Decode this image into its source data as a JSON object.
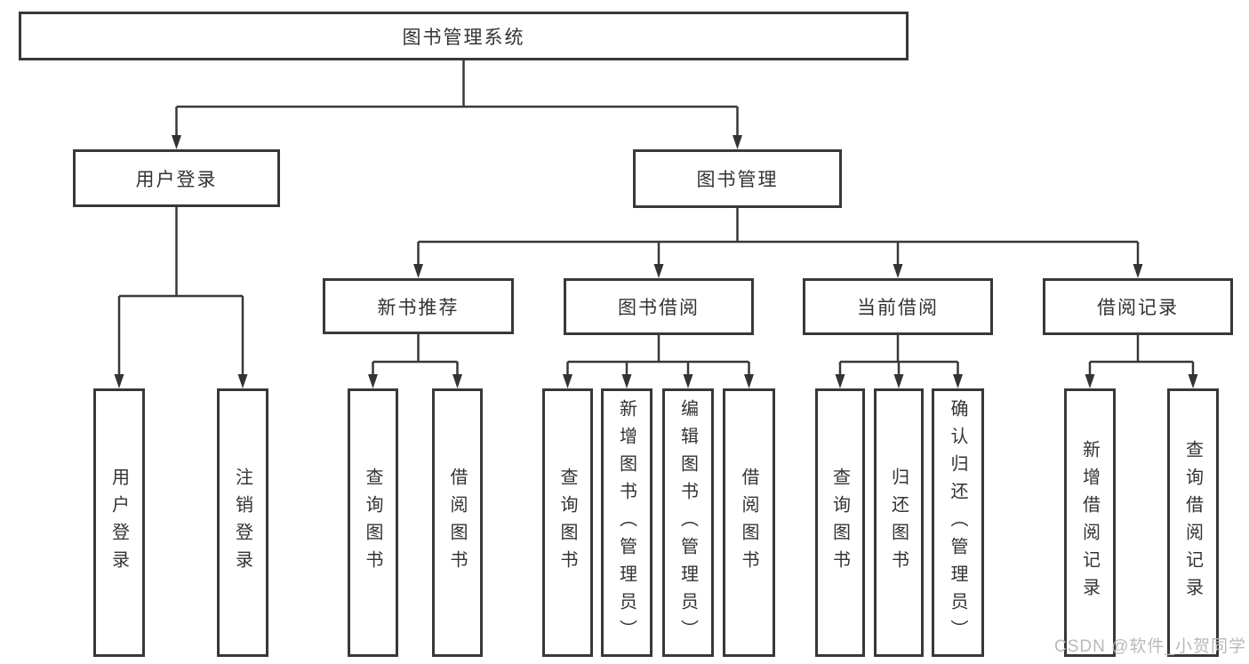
{
  "diagram": {
    "watermark": "CSDN @软件_小贺同学",
    "colors": {
      "line": "#383838",
      "text": "#333333",
      "box_background": "#ffffff",
      "watermark": "#b9b9b9"
    },
    "nodes": {
      "root": {
        "label": "图书管理系统"
      },
      "user_login": {
        "label": "用户登录"
      },
      "book_mgmt": {
        "label": "图书管理"
      },
      "new_book_rec": {
        "label": "新书推荐"
      },
      "book_borrow": {
        "label": "图书借阅"
      },
      "current_borrow": {
        "label": "当前借阅"
      },
      "borrow_records": {
        "label": "借阅记录"
      },
      "leaf_user_login": {
        "label": "用户登录"
      },
      "leaf_logout": {
        "label": "注销登录"
      },
      "nbr_query_book": {
        "label": "查询图书"
      },
      "nbr_borrow_book": {
        "label": "借阅图书"
      },
      "bb_query_book": {
        "label": "查询图书"
      },
      "bb_add_book": {
        "label": "新增图书（管理员）"
      },
      "bb_edit_book": {
        "label": "编辑图书（管理员）"
      },
      "bb_borrow_book": {
        "label": "借阅图书"
      },
      "cb_query_book": {
        "label": "查询图书"
      },
      "cb_return_book": {
        "label": "归还图书"
      },
      "cb_confirm_return": {
        "label": "确认归还（管理员）"
      },
      "br_add_record": {
        "label": "新增借阅记录"
      },
      "br_query_record": {
        "label": "查询借阅记录"
      }
    }
  }
}
